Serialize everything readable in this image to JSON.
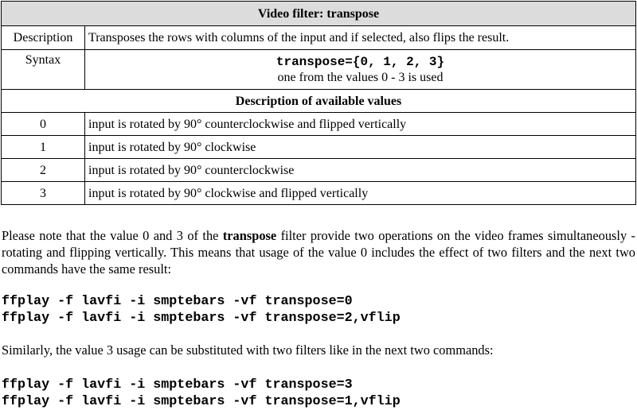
{
  "table": {
    "title": "Video filter: transpose",
    "description_label": "Description",
    "description_text": "Transposes the rows with columns of the input and if selected, also flips the result.",
    "syntax_label": "Syntax",
    "syntax_code": "transpose={0, 1, 2, 3}",
    "syntax_note": "one from the values 0 - 3 is used",
    "values_heading": "Description of available values",
    "values": [
      {
        "value": "0",
        "text": "input is rotated by 90° counterclockwise and flipped vertically"
      },
      {
        "value": "1",
        "text": "input is rotated by 90° clockwise"
      },
      {
        "value": "2",
        "text": "input is rotated by 90° counterclockwise"
      },
      {
        "value": "3",
        "text": "input is rotated by 90° clockwise and flipped vertically"
      }
    ]
  },
  "paragraph1": {
    "before": "Please note that the value 0 and 3 of the ",
    "bold": "transpose",
    "after": " filter provide two operations on the video frames simultaneously - rotating and flipping vertically. This means that usage of the value 0 includes the effect of two filters and the next two commands have the same result:"
  },
  "commands1": [
    "ffplay -f lavfi -i smptebars -vf transpose=0",
    "ffplay -f lavfi -i smptebars -vf transpose=2,vflip"
  ],
  "paragraph2": "Similarly, the value 3 usage can be substituted with two filters like in the next two commands:",
  "commands2": [
    "ffplay -f lavfi -i smptebars -vf transpose=3",
    "ffplay -f lavfi -i smptebars -vf transpose=1,vflip"
  ]
}
